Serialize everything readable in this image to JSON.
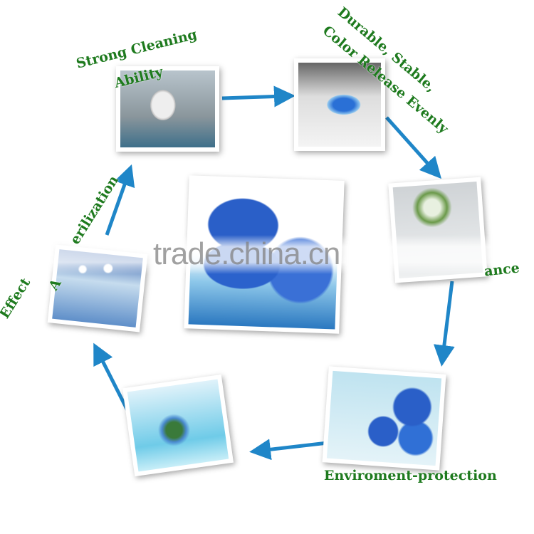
{
  "labels": {
    "strong_cleaning": [
      "Strong Cleaning",
      "Ability"
    ],
    "durable": [
      "Durable, Stable,",
      "Color Release Evenly"
    ],
    "sterilization_a": "Effect",
    "sterilization_b": "A",
    "sterilization_c": "erilization",
    "fragrance_partial": "ance",
    "environment": "Enviroment-protection"
  },
  "watermark": "trade.china.cn",
  "colors": {
    "label_green": "#1e7a1e",
    "arrow_blue": "#1f86c8",
    "product_blue": "#2a5fc8"
  }
}
